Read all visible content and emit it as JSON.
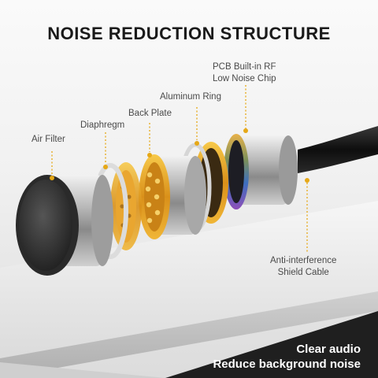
{
  "header": {
    "title": "NOISE REDUCTION STRUCTURE"
  },
  "labels": {
    "air_filter": "Air Filter",
    "diaphragm": "Diaphregm",
    "back_plate": "Back Plate",
    "aluminum_ring": "Aluminum Ring",
    "pcb_line1": "PCB Built-in RF",
    "pcb_line2": "Low Noise Chip",
    "shield_line1": "Anti-interference",
    "shield_line2": "Shield Cable"
  },
  "tagline": {
    "line1": "Clear audio",
    "line2": "Reduce background noise"
  },
  "colors": {
    "accent": "#e6a817",
    "text": "#1a1a1a",
    "label": "#4a4a4a"
  }
}
